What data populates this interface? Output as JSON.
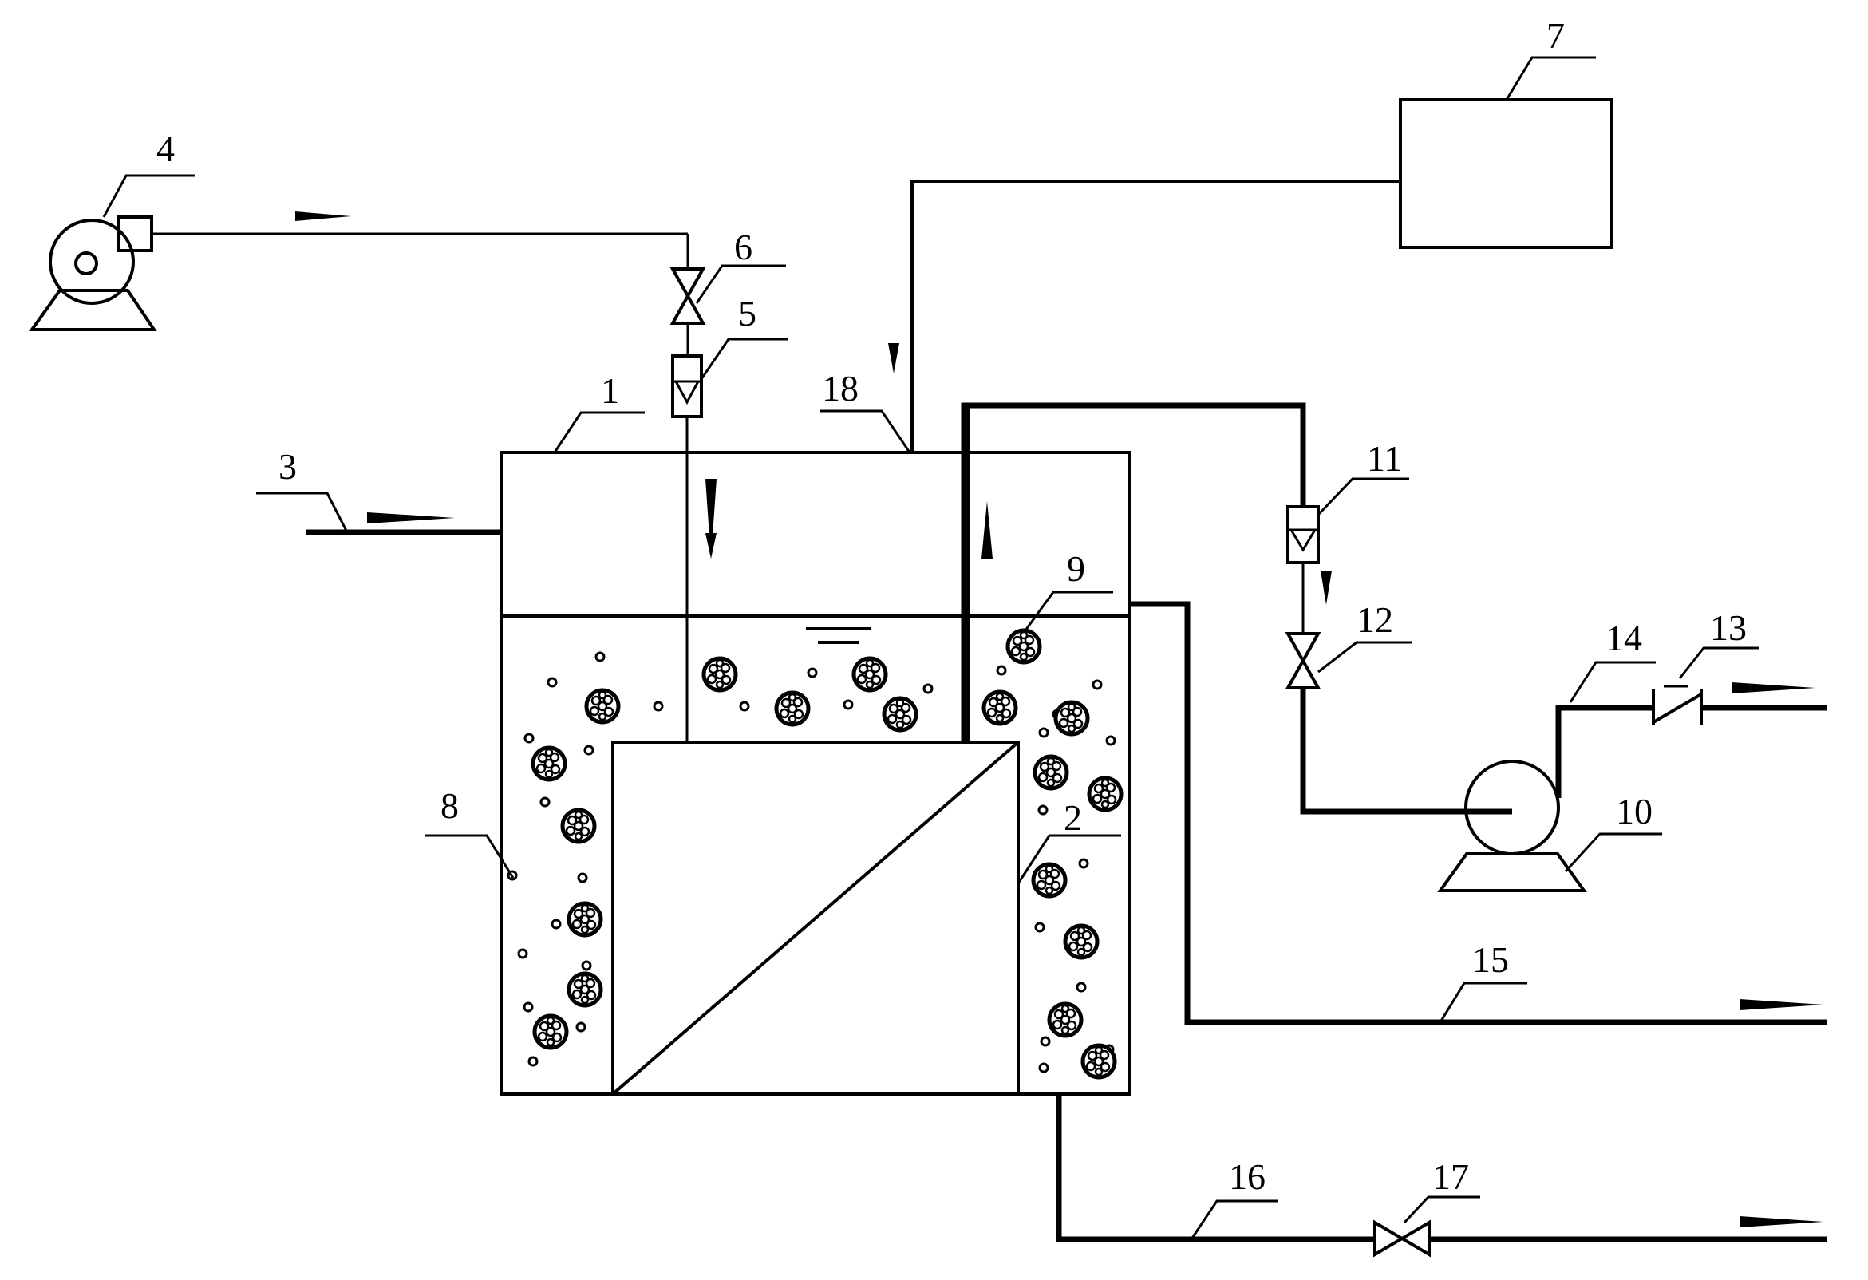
{
  "labels": [
    {
      "id": "1",
      "text": "1"
    },
    {
      "id": "2",
      "text": "2"
    },
    {
      "id": "3",
      "text": "3"
    },
    {
      "id": "4",
      "text": "4"
    },
    {
      "id": "5",
      "text": "5"
    },
    {
      "id": "6",
      "text": "6"
    },
    {
      "id": "7",
      "text": "7"
    },
    {
      "id": "8",
      "text": "8"
    },
    {
      "id": "9",
      "text": "9"
    },
    {
      "id": "10",
      "text": "10"
    },
    {
      "id": "11",
      "text": "11"
    },
    {
      "id": "12",
      "text": "12"
    },
    {
      "id": "13",
      "text": "13"
    },
    {
      "id": "14",
      "text": "14"
    },
    {
      "id": "15",
      "text": "15"
    },
    {
      "id": "16",
      "text": "16"
    },
    {
      "id": "17",
      "text": "17"
    },
    {
      "id": "18",
      "text": "18"
    }
  ],
  "icons": {
    "blower": "blower-icon",
    "pump": "pump-icon",
    "valve": "valve-icon",
    "flowmeter": "flowmeter-icon",
    "check_valve": "check-valve-icon",
    "membrane_module": "membrane-module-icon",
    "tank": "reactor-tank-icon",
    "vessel": "storage-vessel-icon"
  },
  "colors": {
    "line": "#000000",
    "background": "#ffffff"
  }
}
